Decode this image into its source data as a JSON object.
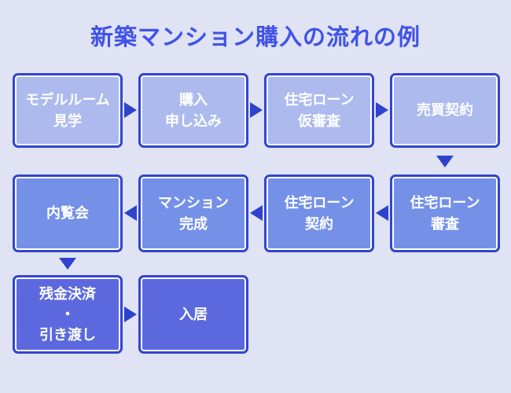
{
  "title": "新築マンション購入の流れの例",
  "colors": {
    "background": "#dfe3f4",
    "title_text": "#4152e8",
    "box_border": "#3245cf",
    "box_inner_stroke": "#ffffff",
    "box_text": "#ffffff",
    "arrow": "#2e43cd",
    "row1_fill": "#adbaee",
    "row2_fill": "#7491e7",
    "row3_fill": "#5c69de"
  },
  "steps": [
    {
      "id": "model-room-tour",
      "label": "モデルルーム\n見学"
    },
    {
      "id": "purchase-application",
      "label": "購入\n申し込み"
    },
    {
      "id": "loan-pre-screening",
      "label": "住宅ローン\n仮審査"
    },
    {
      "id": "sales-contract",
      "label": "売買契約"
    },
    {
      "id": "loan-screening",
      "label": "住宅ローン\n審査"
    },
    {
      "id": "loan-contract",
      "label": "住宅ローン\n契約"
    },
    {
      "id": "condo-completion",
      "label": "マンション\n完成"
    },
    {
      "id": "open-house",
      "label": "内覧会"
    },
    {
      "id": "final-payment-handover",
      "label": "残金決済\n・\n引き渡し"
    },
    {
      "id": "move-in",
      "label": "入居"
    }
  ]
}
